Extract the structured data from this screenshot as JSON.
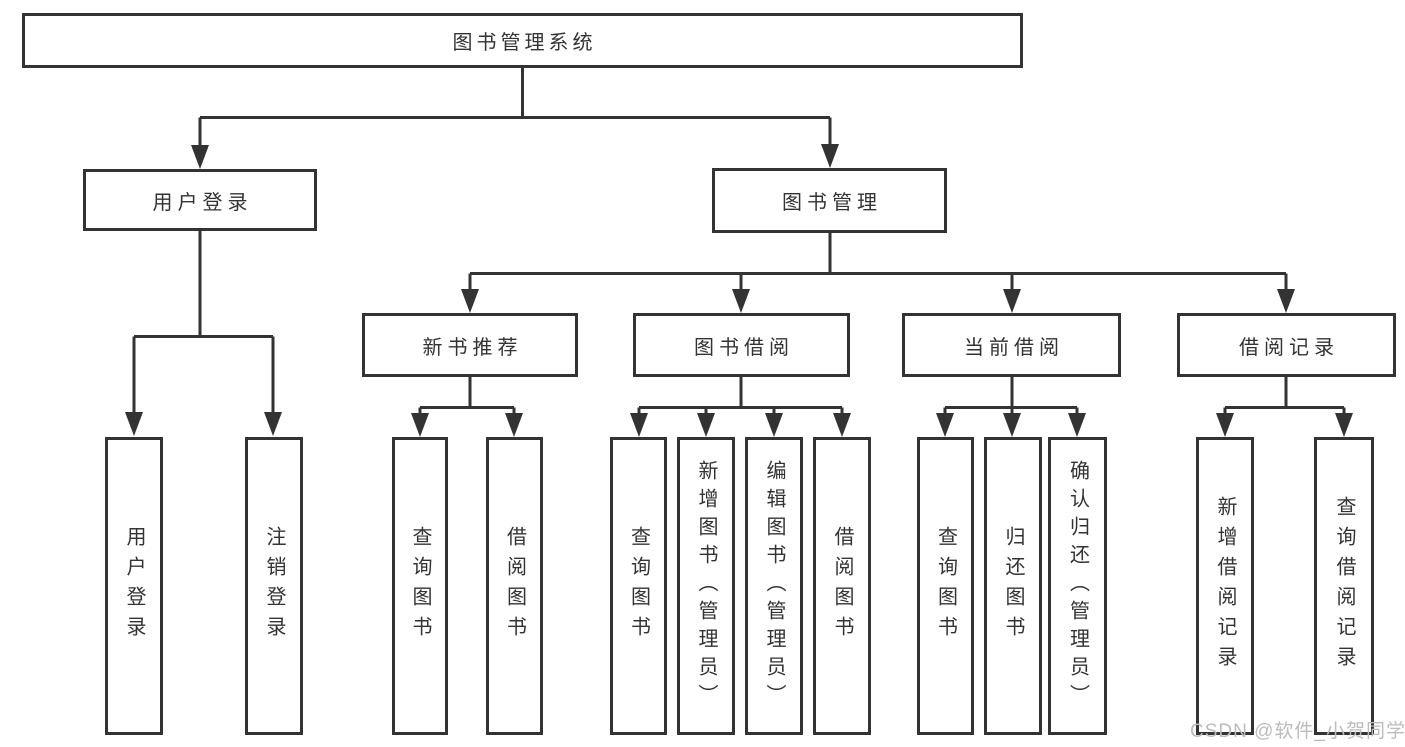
{
  "diagram": {
    "root": {
      "label": "图书管理系统"
    },
    "branches": [
      {
        "label": "用户登录",
        "children": [
          {
            "label": "用户登录"
          },
          {
            "label": "注销登录"
          }
        ]
      },
      {
        "label": "图书管理",
        "children": [
          {
            "label": "新书推荐",
            "children": [
              {
                "label": "查询图书"
              },
              {
                "label": "借阅图书"
              }
            ]
          },
          {
            "label": "图书借阅",
            "children": [
              {
                "label": "查询图书"
              },
              {
                "label": "新增图书（管理员）"
              },
              {
                "label": "编辑图书（管理员）"
              },
              {
                "label": "借阅图书"
              }
            ]
          },
          {
            "label": "当前借阅",
            "children": [
              {
                "label": "查询图书"
              },
              {
                "label": "归还图书"
              },
              {
                "label": "确认归还（管理员）"
              }
            ]
          },
          {
            "label": "借阅记录",
            "children": [
              {
                "label": "新增借阅记录"
              },
              {
                "label": "查询借阅记录"
              }
            ]
          }
        ]
      }
    ]
  },
  "watermark": {
    "text": "CSDN @软件_小贺同学"
  },
  "colors": {
    "line": "#333333",
    "box_border": "#333333",
    "text": "#333333",
    "watermark": "#bcbcbc",
    "background": "#ffffff"
  }
}
